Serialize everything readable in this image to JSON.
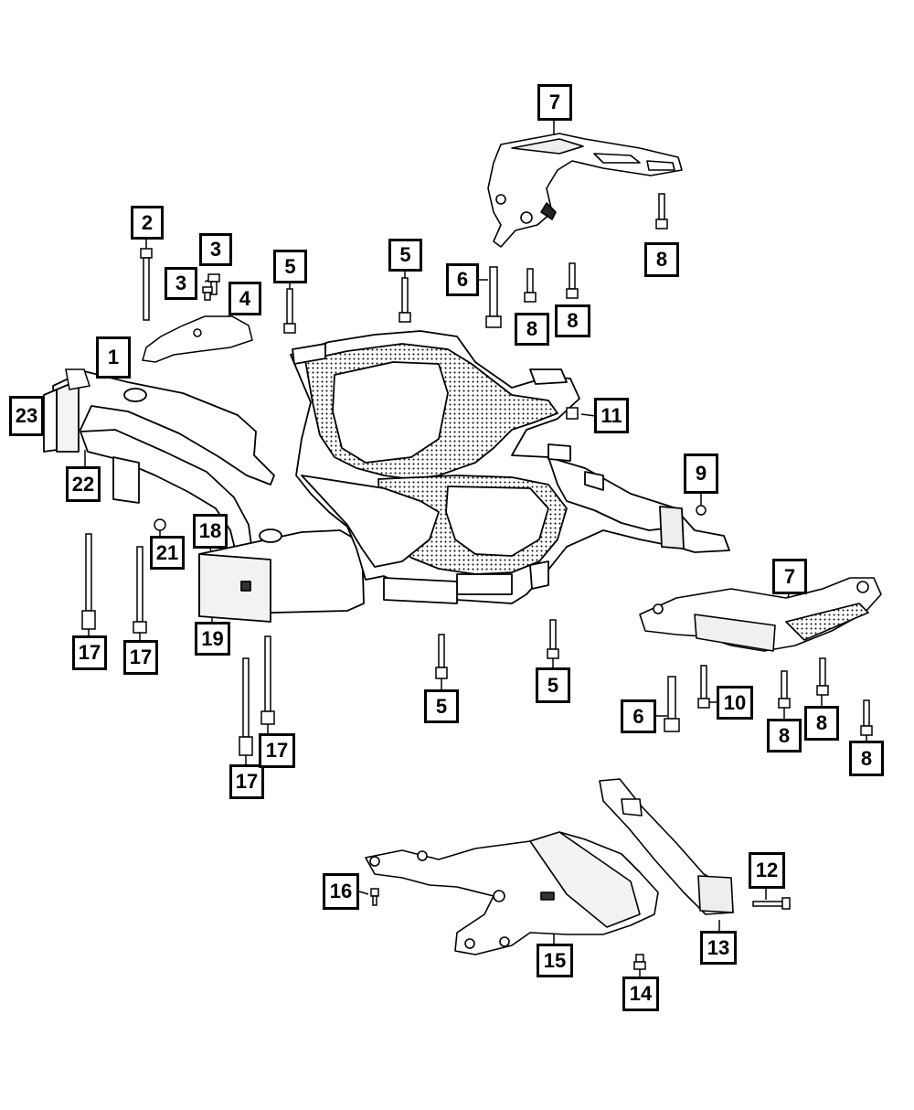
{
  "diagram": {
    "callouts": [
      {
        "id": "c7a",
        "label": "7"
      },
      {
        "id": "c2",
        "label": "2"
      },
      {
        "id": "c3a",
        "label": "3"
      },
      {
        "id": "c3b",
        "label": "3"
      },
      {
        "id": "c4",
        "label": "4"
      },
      {
        "id": "c5a",
        "label": "5"
      },
      {
        "id": "c5b",
        "label": "5"
      },
      {
        "id": "c6a",
        "label": "6"
      },
      {
        "id": "c8a",
        "label": "8"
      },
      {
        "id": "c8b",
        "label": "8"
      },
      {
        "id": "c8c",
        "label": "8"
      },
      {
        "id": "c1",
        "label": "1"
      },
      {
        "id": "c23",
        "label": "23"
      },
      {
        "id": "c11",
        "label": "11"
      },
      {
        "id": "c22",
        "label": "22"
      },
      {
        "id": "c9",
        "label": "9"
      },
      {
        "id": "c18",
        "label": "18"
      },
      {
        "id": "c21",
        "label": "21"
      },
      {
        "id": "c7b",
        "label": "7"
      },
      {
        "id": "c19",
        "label": "19"
      },
      {
        "id": "c17a",
        "label": "17"
      },
      {
        "id": "c17b",
        "label": "17"
      },
      {
        "id": "c5c",
        "label": "5"
      },
      {
        "id": "c5d",
        "label": "5"
      },
      {
        "id": "c10",
        "label": "10"
      },
      {
        "id": "c6b",
        "label": "6"
      },
      {
        "id": "c8d",
        "label": "8"
      },
      {
        "id": "c8e",
        "label": "8"
      },
      {
        "id": "c8f",
        "label": "8"
      },
      {
        "id": "c17c",
        "label": "17"
      },
      {
        "id": "c17d",
        "label": "17"
      },
      {
        "id": "c12",
        "label": "12"
      },
      {
        "id": "c16",
        "label": "16"
      },
      {
        "id": "c13",
        "label": "13"
      },
      {
        "id": "c15",
        "label": "15"
      },
      {
        "id": "c14",
        "label": "14"
      }
    ]
  }
}
